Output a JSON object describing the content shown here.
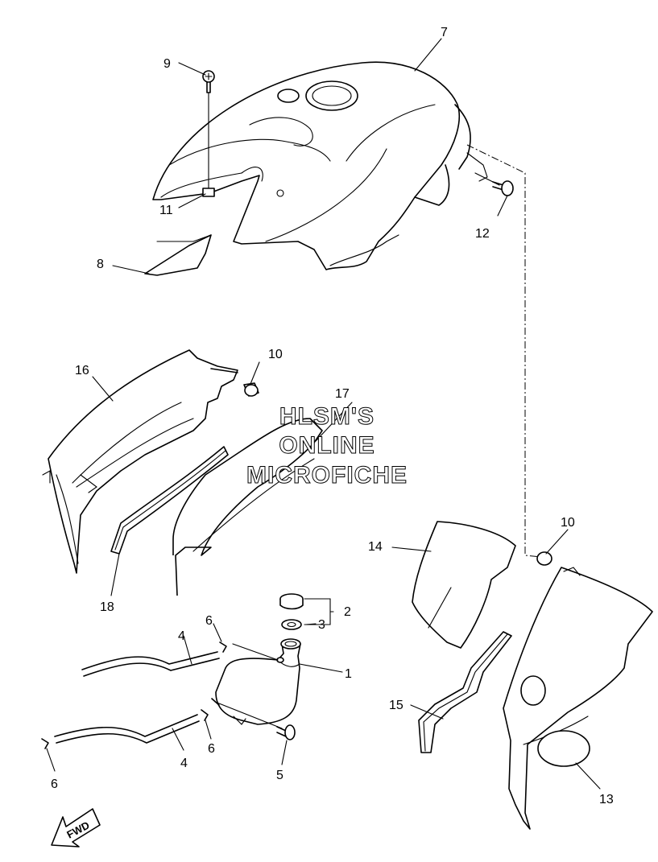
{
  "watermark": {
    "line1": "HLSM'S",
    "line2": "ONLINE",
    "line3": "MICROFICHE"
  },
  "direction_arrow": {
    "label": "FWD"
  },
  "callouts": [
    {
      "id": "c1",
      "number": "1",
      "part": "reservoir-tank"
    },
    {
      "id": "c2",
      "number": "2",
      "part": "tank-cap"
    },
    {
      "id": "c3",
      "number": "3",
      "part": "cap-washer"
    },
    {
      "id": "c4a",
      "number": "4",
      "part": "hose-upper"
    },
    {
      "id": "c4b",
      "number": "4",
      "part": "hose-lower"
    },
    {
      "id": "c5",
      "number": "5",
      "part": "mounting-bolt"
    },
    {
      "id": "c6a",
      "number": "6",
      "part": "hose-clamp"
    },
    {
      "id": "c6b",
      "number": "6",
      "part": "hose-clamp"
    },
    {
      "id": "c6c",
      "number": "6",
      "part": "hose-clamp"
    },
    {
      "id": "c7",
      "number": "7",
      "part": "tank-cover"
    },
    {
      "id": "c8",
      "number": "8",
      "part": "emblem"
    },
    {
      "id": "c9",
      "number": "9",
      "part": "screw"
    },
    {
      "id": "c10a",
      "number": "10",
      "part": "damper"
    },
    {
      "id": "c10b",
      "number": "10",
      "part": "damper"
    },
    {
      "id": "c11",
      "number": "11",
      "part": "nut"
    },
    {
      "id": "c12",
      "number": "12",
      "part": "bolt"
    },
    {
      "id": "c13",
      "number": "13",
      "part": "side-emblem"
    },
    {
      "id": "c14",
      "number": "14",
      "part": "side-panel"
    },
    {
      "id": "c15",
      "number": "15",
      "part": "molding-right"
    },
    {
      "id": "c16",
      "number": "16",
      "part": "side-cover-left"
    },
    {
      "id": "c17",
      "number": "17",
      "part": "side-panel-left"
    },
    {
      "id": "c18",
      "number": "18",
      "part": "molding-left"
    }
  ]
}
